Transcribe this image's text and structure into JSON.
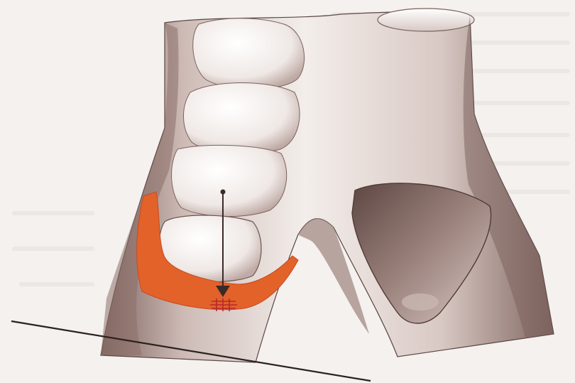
{
  "figure": {
    "colors": {
      "paper": "#f4f1ee",
      "show_through_text": "#e6e1dc",
      "skin": "#f7f3f0",
      "skin_shadow": "#8c6f6a",
      "deep_shadow": "#6e5550",
      "outline": "#5a4642",
      "highlight_red": "#e2622a",
      "highlight_red_edge": "#c94a1c",
      "arrow": "#3a2a28",
      "baseline": "#2b2220",
      "impact_mark": "#b8282a"
    },
    "elements": [
      {
        "name": "pelvis-body",
        "kind": "anatomical-drawing"
      },
      {
        "name": "femoral-head",
        "kind": "anatomical-drawing"
      },
      {
        "name": "sacrum-segments",
        "kind": "anatomical-drawing"
      },
      {
        "name": "obturator-opening",
        "kind": "anatomical-drawing"
      },
      {
        "name": "red-contact-region",
        "kind": "highlight"
      },
      {
        "name": "force-arrow",
        "kind": "arrow",
        "direction": "down"
      },
      {
        "name": "impact-mark",
        "kind": "mark"
      },
      {
        "name": "ground-line",
        "kind": "line"
      }
    ]
  }
}
